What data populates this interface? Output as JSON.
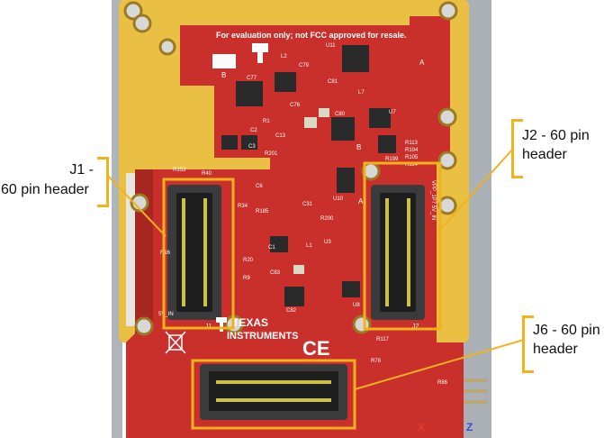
{
  "board": {
    "disclaimer": "For evaluation only; not FCC approved for resale.",
    "logo_line1": "TEXAS",
    "logo_line2": "INSTRUMENTS",
    "ce_mark": "CE",
    "colors": {
      "gold": "#e9bf44",
      "red": "#c9302c",
      "dark_red": "#9e2420",
      "connector": "#3b3b3b",
      "highlight": "#f2b21c",
      "frame": "#9aa0a6"
    },
    "silkscreen": {
      "j1": "J1",
      "j2": "J2",
      "j1_pins": "5V_IN",
      "j2_pins": "VPP_1P7 5V_IN",
      "u11": "U11",
      "u7": "U7",
      "u10": "U10",
      "u3": "U3",
      "u8": "U8",
      "c77": "C77",
      "c76": "C76",
      "c79": "C79",
      "c80": "C80",
      "c81": "C81",
      "c13": "C13",
      "c82": "C82",
      "c83": "C83",
      "r153": "R153",
      "r40": "R40",
      "r185": "R185",
      "r200": "R200",
      "r201": "R201",
      "r199": "R199",
      "r34": "R34",
      "c1": "C1",
      "l1": "L1",
      "l2": "L2",
      "l7": "L7",
      "c6": "C6",
      "c3": "C3",
      "c2": "C2",
      "r1": "R1",
      "c31": "C31",
      "r16": "R16",
      "r20": "R20",
      "r9": "R9",
      "r117": "R117",
      "r78": "R78",
      "r86": "R86",
      "r113": "R113",
      "r104": "R104",
      "r105": "R105",
      "r114": "R114",
      "mark_a1": "A",
      "mark_a2": "A",
      "mark_b1": "B",
      "mark_b2": "B",
      "axis_x": "X",
      "axis_z": "Z"
    }
  },
  "callouts": {
    "j1": {
      "line1": "J1 -",
      "line2": "60 pin header"
    },
    "j2": {
      "line1": "J2 - 60 pin",
      "line2": "header"
    },
    "j6": {
      "line1": "J6 - 60 pin",
      "line2": "header"
    }
  }
}
